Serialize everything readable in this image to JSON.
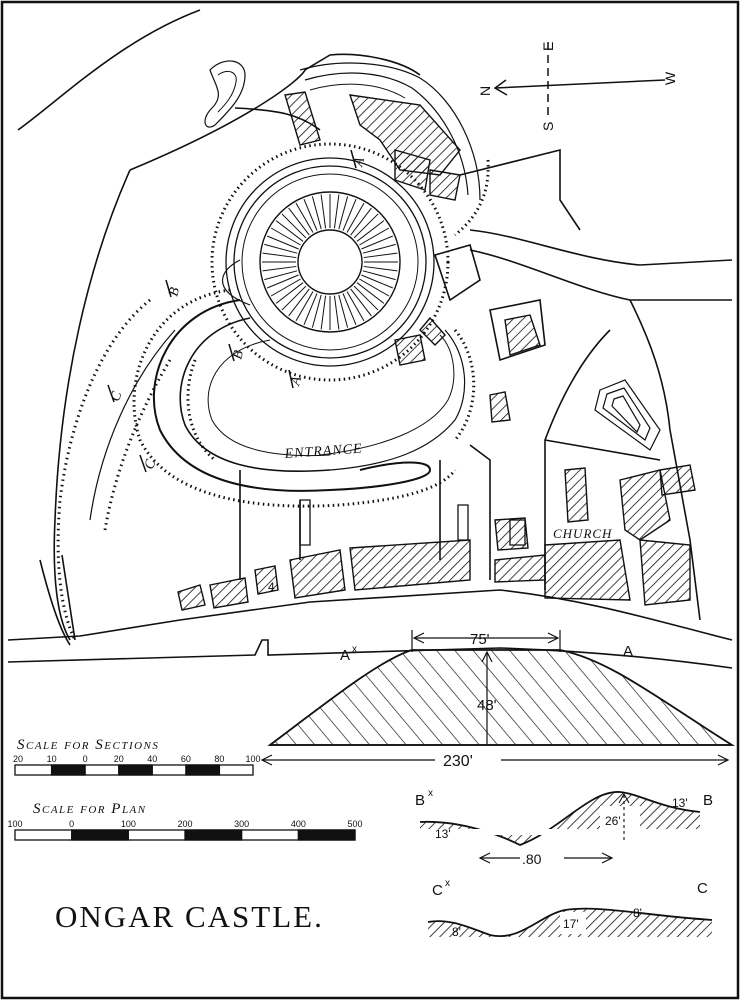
{
  "title": "ONGAR CASTLE.",
  "plan": {
    "entrance_label": "ENTRANCE",
    "church_label": "CHURCH",
    "section_markers": [
      {
        "id": "A",
        "label": "A"
      },
      {
        "id": "A-cross",
        "label": "A"
      },
      {
        "id": "B",
        "label": "B"
      },
      {
        "id": "B-cross",
        "label": "B"
      },
      {
        "id": "C",
        "label": "C"
      },
      {
        "id": "C-cross",
        "label": "C"
      }
    ],
    "plot_number": "4"
  },
  "compass": {
    "north": "N",
    "east": "E",
    "south": "S",
    "west": "W"
  },
  "sections": {
    "a": {
      "left_label": "A",
      "left_suffix": "x",
      "right_label": "A",
      "top_width": "75'",
      "height": "48'",
      "base_width": "230'"
    },
    "b": {
      "left_label": "B",
      "left_suffix": "x",
      "right_label": "B",
      "left_depth": "13'",
      "right_depth": "13'",
      "height": "26'",
      "width": ".80"
    },
    "c": {
      "left_label": "C",
      "left_suffix": "x",
      "right_label": "C",
      "left_depth": "8'",
      "center_height": "17'",
      "right_depth": "8'"
    }
  },
  "scale_sections": {
    "title": "Scale for Sections",
    "ticks": [
      "20",
      "10",
      "0",
      "20",
      "40",
      "60",
      "80",
      "100"
    ]
  },
  "scale_plan": {
    "title": "Scale for Plan",
    "ticks": [
      "100",
      "0",
      "100",
      "200",
      "300",
      "400",
      "500"
    ]
  }
}
